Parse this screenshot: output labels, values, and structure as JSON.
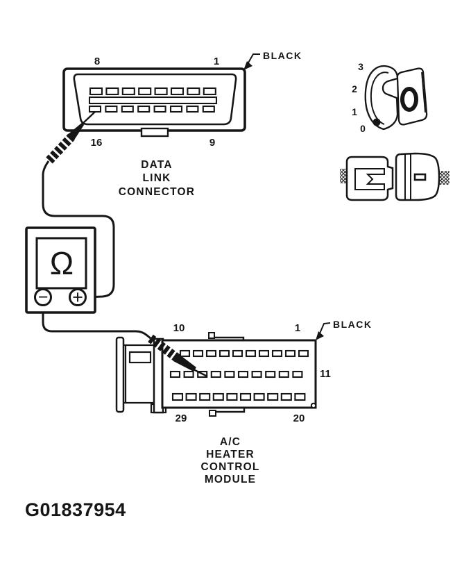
{
  "figure_id": "G01837954",
  "colors": {
    "ink": "#161616",
    "paper": "#ffffff"
  },
  "data_link_connector": {
    "label_lines": [
      "DATA",
      "LINK",
      "CONNECTOR"
    ],
    "wire_color_label": "BLACK",
    "pins": {
      "top_left": "8",
      "top_right": "1",
      "bottom_left": "16",
      "bottom_right": "9"
    }
  },
  "terminal_end_view": {
    "tick_labels": [
      "3",
      "2",
      "1",
      "0"
    ]
  },
  "ohmmeter": {
    "display_symbol": "Ω",
    "negative_terminal": "−",
    "positive_terminal": "+"
  },
  "ac_module": {
    "label_lines": [
      "A/C",
      "HEATER",
      "CONTROL",
      "MODULE"
    ],
    "wire_color_label": "BLACK",
    "pins": {
      "top_left": "10",
      "top_right": "1",
      "right_side": "11",
      "bottom_left": "29",
      "bottom_right": "20"
    }
  }
}
